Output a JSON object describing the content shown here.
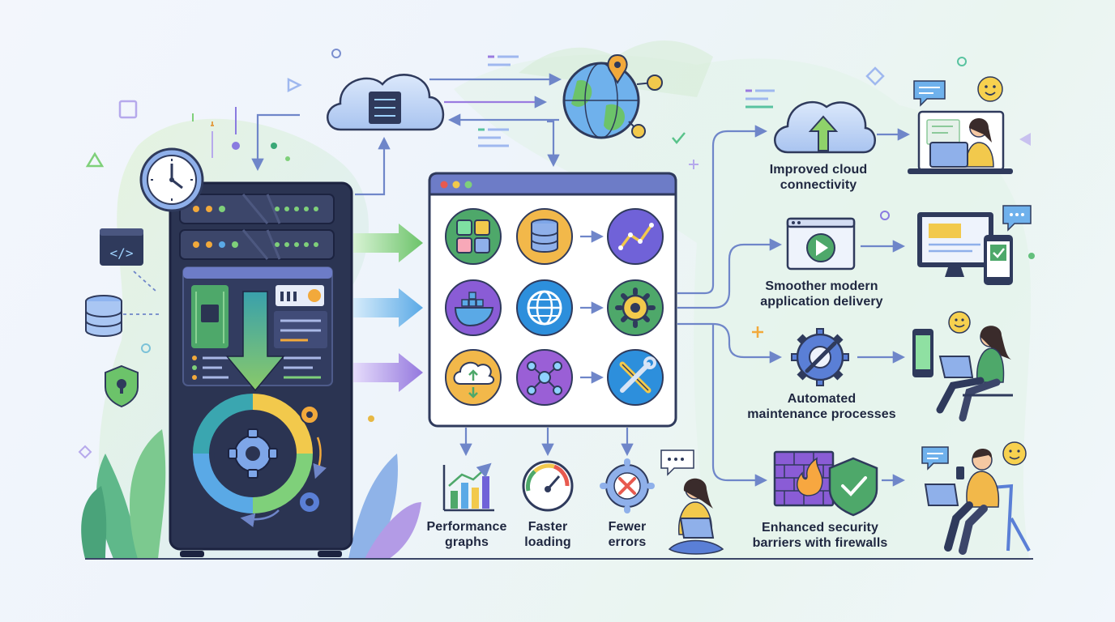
{
  "colors": {
    "navy": "#2f3a5c",
    "arrow": "#6f86c9",
    "green": "#7fce7a",
    "purple": "#9a7be0",
    "blue": "#6fb1ec",
    "orange": "#f7a740",
    "red": "#e85a4f"
  },
  "server": {
    "icons": [
      "clock-icon",
      "server-rack",
      "circuit-board-icon",
      "gear-icon",
      "down-arrow-icon"
    ]
  },
  "side_icons": [
    "code-icon",
    "database-icon",
    "shield-lock-icon"
  ],
  "top": {
    "icons": [
      "cloud-server-icon",
      "globe-pin-icon"
    ]
  },
  "dashboard": {
    "icons": [
      [
        "apps-grid-icon",
        "database-icon",
        "trend-chart-icon"
      ],
      [
        "docker-whale-icon",
        "globe-icon",
        "gear-icon"
      ],
      [
        "cloud-sync-icon",
        "network-nodes-icon",
        "wrench-screwdriver-icon"
      ]
    ]
  },
  "metrics": {
    "performance": {
      "line1": "Performance",
      "line2": "graphs",
      "icon": "bar-chart-icon"
    },
    "loading": {
      "line1": "Faster",
      "line2": "loading",
      "icon": "speedometer-icon"
    },
    "errors": {
      "line1": "Fewer",
      "line2": "errors",
      "icon": "error-gear-icon"
    }
  },
  "outcomes": {
    "cloud": {
      "line1": "Improved cloud",
      "line2": "connectivity",
      "icon": "cloud-upload-icon"
    },
    "delivery": {
      "line1": "Smoother modern",
      "line2": "application delivery",
      "icon": "video-window-icon"
    },
    "maintenance": {
      "line1": "Automated",
      "line2": "maintenance processes",
      "icon": "gear-wrench-icon"
    },
    "security": {
      "line1": "Enhanced security",
      "line2": "barriers with firewalls",
      "icon": "firewall-shield-icon"
    }
  },
  "people": [
    "laptop-user",
    "desktop-mobile-user",
    "sitting-laptop-user",
    "chair-phone-user",
    "cross-legged-laptop-user"
  ]
}
